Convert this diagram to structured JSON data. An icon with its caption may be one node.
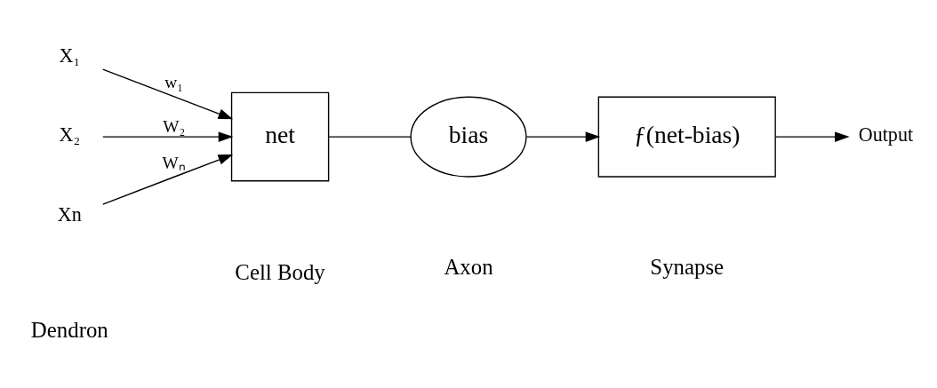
{
  "diagram": {
    "nodes": [
      {
        "text": [
          "X₁"
        ]
      },
      {
        "text": [
          "X₂"
        ]
      },
      {
        "text": [
          "Xn"
        ]
      },
      {
        "text": [
          "net"
        ]
      },
      {
        "text": [
          "bias"
        ]
      },
      {
        "text": [
          "ƒ(net-bias)"
        ]
      },
      {
        "text": [
          "Output"
        ]
      }
    ],
    "edges": [
      {
        "from": 0,
        "to": 3,
        "arrow": "to",
        "label": "w₁"
      },
      {
        "from": 1,
        "to": 3,
        "arrow": "to",
        "label": "W₂"
      },
      {
        "from": 2,
        "to": 3,
        "arrow": "to",
        "label": "Wₙ"
      },
      {
        "from": 3,
        "to": 4,
        "arrow": "none"
      },
      {
        "from": 4,
        "to": 5,
        "arrow": "to"
      },
      {
        "from": 5,
        "to": 6,
        "arrow": "to"
      }
    ],
    "labels": [
      "Dendron",
      "Cell Body",
      "Axon",
      "Synapse"
    ]
  }
}
